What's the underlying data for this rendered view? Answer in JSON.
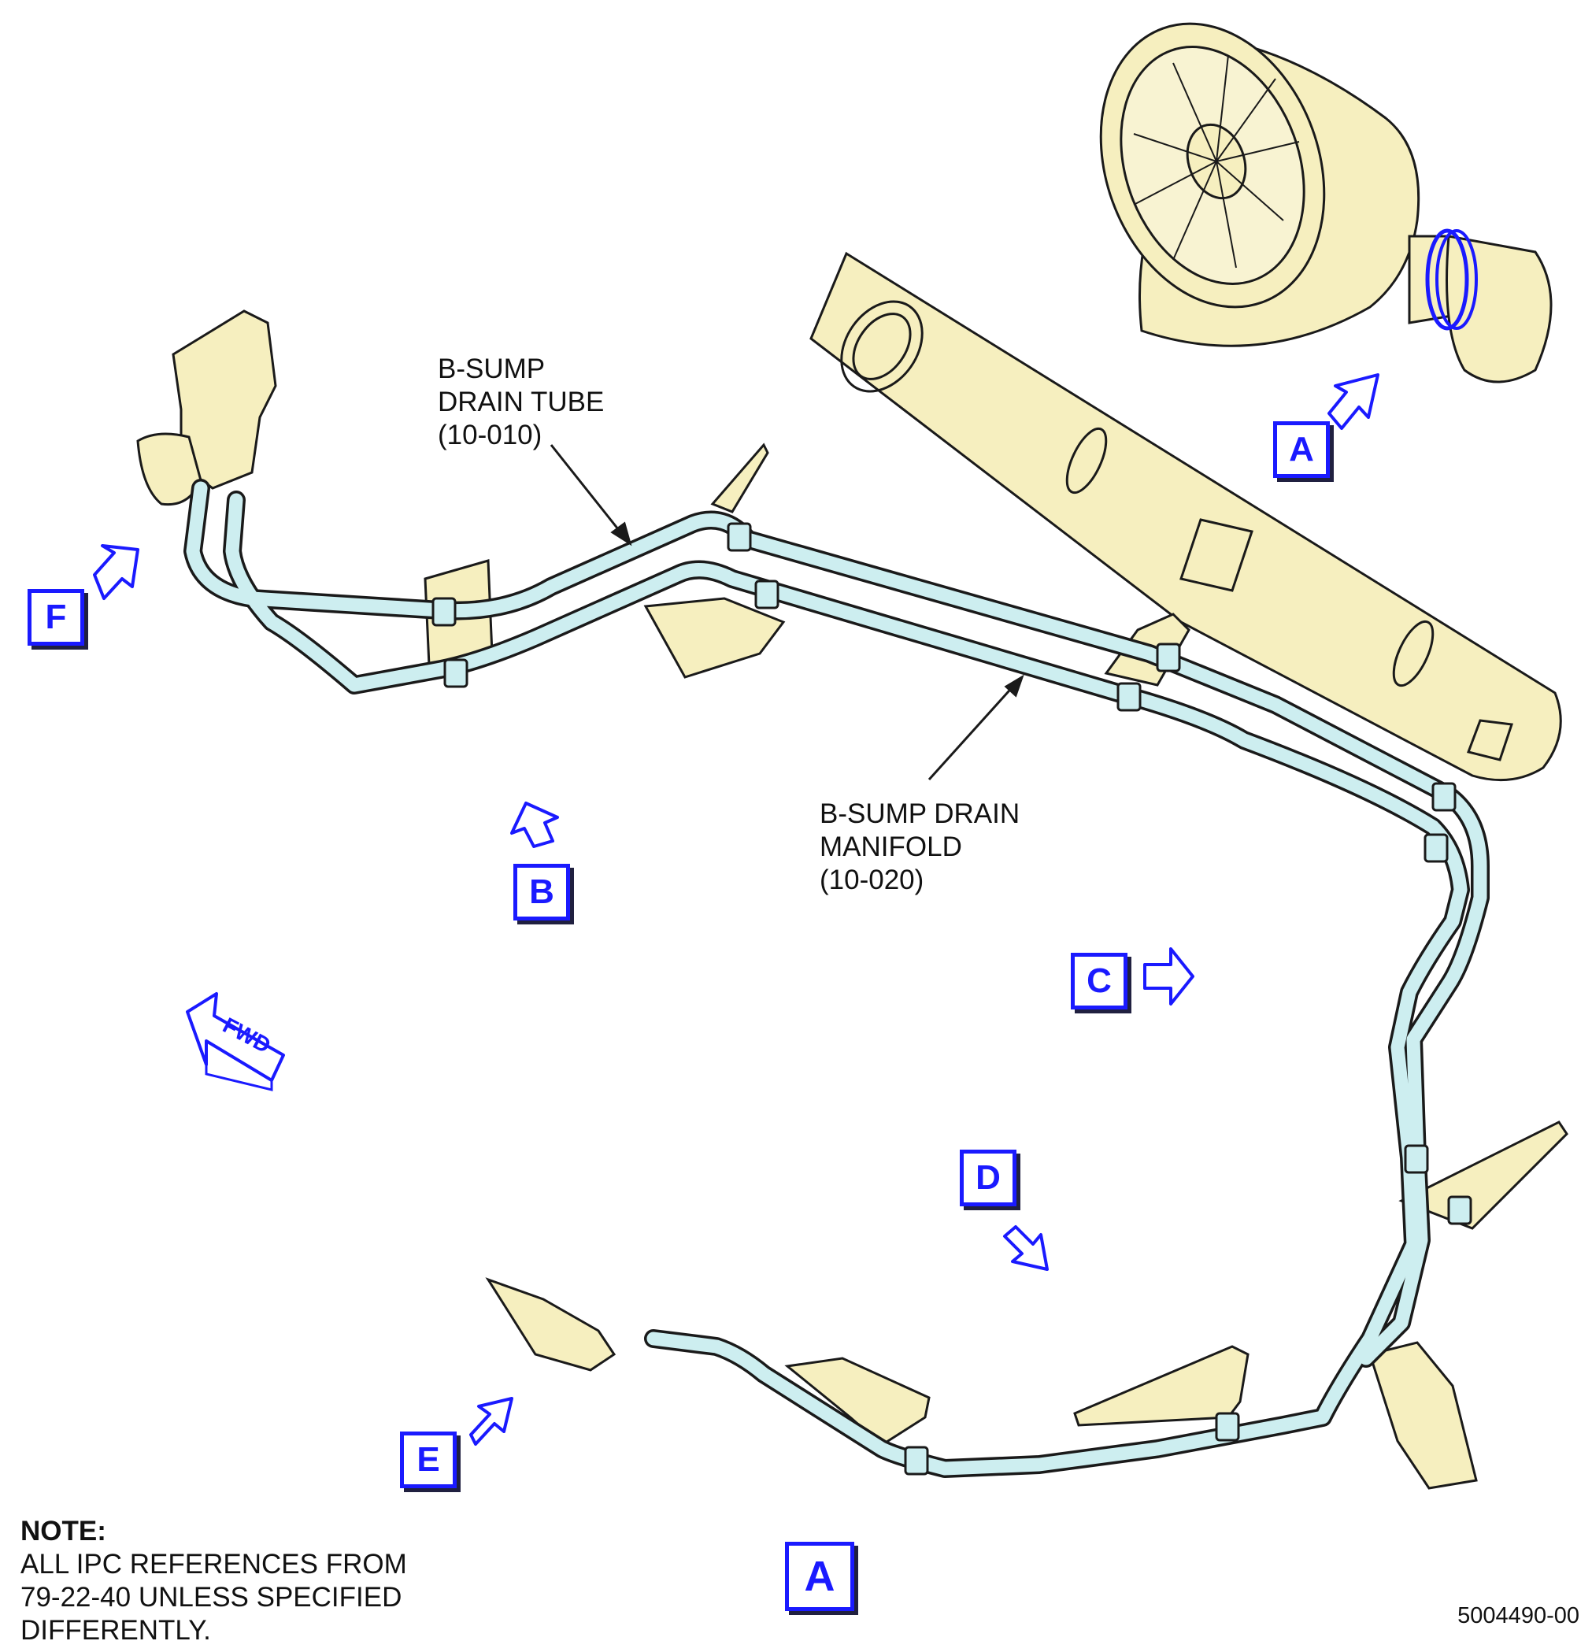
{
  "colors": {
    "tube_fill": "#cdeef0",
    "part_fill": "#f6efbf",
    "view_blue": "#1a1aff",
    "outline": "#1a1a1a"
  },
  "callouts": {
    "drain_tube": "B-SUMP\nDRAIN TUBE\n(10-010)",
    "drain_manifold": "B-SUMP DRAIN\nMANIFOLD\n(10-020)"
  },
  "views": {
    "a_top": "A",
    "a_bottom": "A",
    "b": "B",
    "c": "C",
    "d": "D",
    "e": "E",
    "f": "F"
  },
  "fwd_label": "FWD",
  "note": {
    "heading": "NOTE:",
    "body": "ALL IPC REFERENCES FROM\n79-22-40 UNLESS SPECIFIED\nDIFFERENTLY."
  },
  "figure_id": "5004490-00"
}
